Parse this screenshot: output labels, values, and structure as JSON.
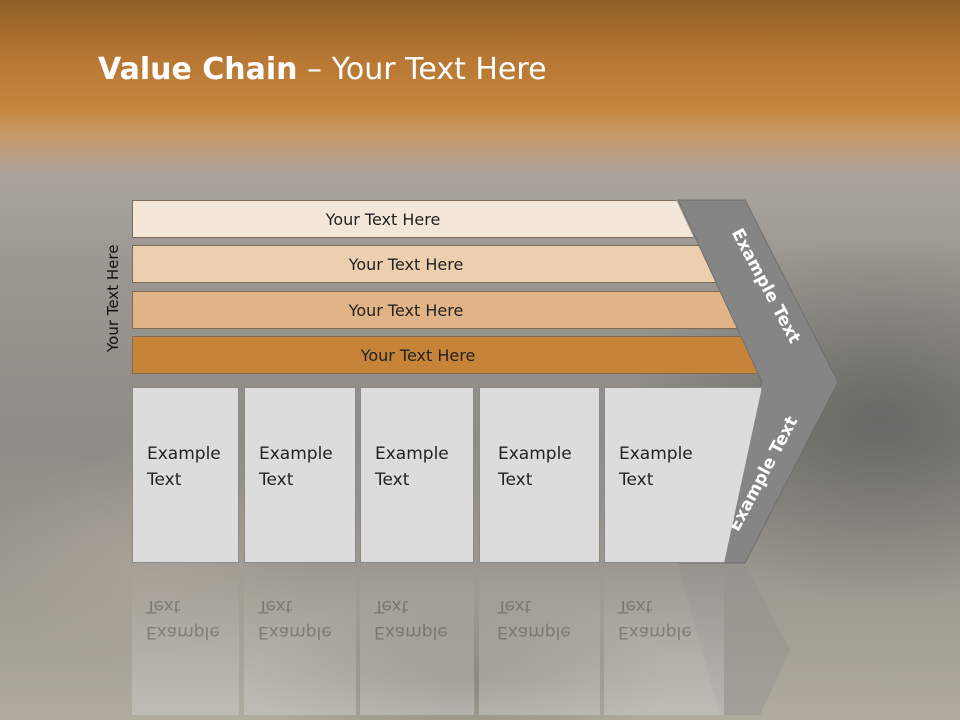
{
  "slide": {
    "title_bold": "Value Chain",
    "title_rest": " – Your Text Here",
    "vertical_label": "Your Text Here",
    "bands": [
      {
        "label": "Your Text Here",
        "color": "#f3e7da"
      },
      {
        "label": "Your Text Here",
        "color": "#eccfae"
      },
      {
        "label": "Your Text Here",
        "color": "#e1b487"
      },
      {
        "label": "Your Text Here",
        "color": "#c78438"
      }
    ],
    "chevron_labels": [
      "Example Text",
      "Example Text"
    ],
    "boxes": [
      {
        "line1": "Example",
        "line2": "Text"
      },
      {
        "line1": "Example",
        "line2": "Text"
      },
      {
        "line1": "Example",
        "line2": "Text"
      },
      {
        "line1": "Example",
        "line2": "Text"
      },
      {
        "line1": "Example",
        "line2": "Text"
      }
    ],
    "colors": {
      "accent": "#c78438",
      "chevron": "#858585",
      "box": "#dcdcdc"
    }
  }
}
